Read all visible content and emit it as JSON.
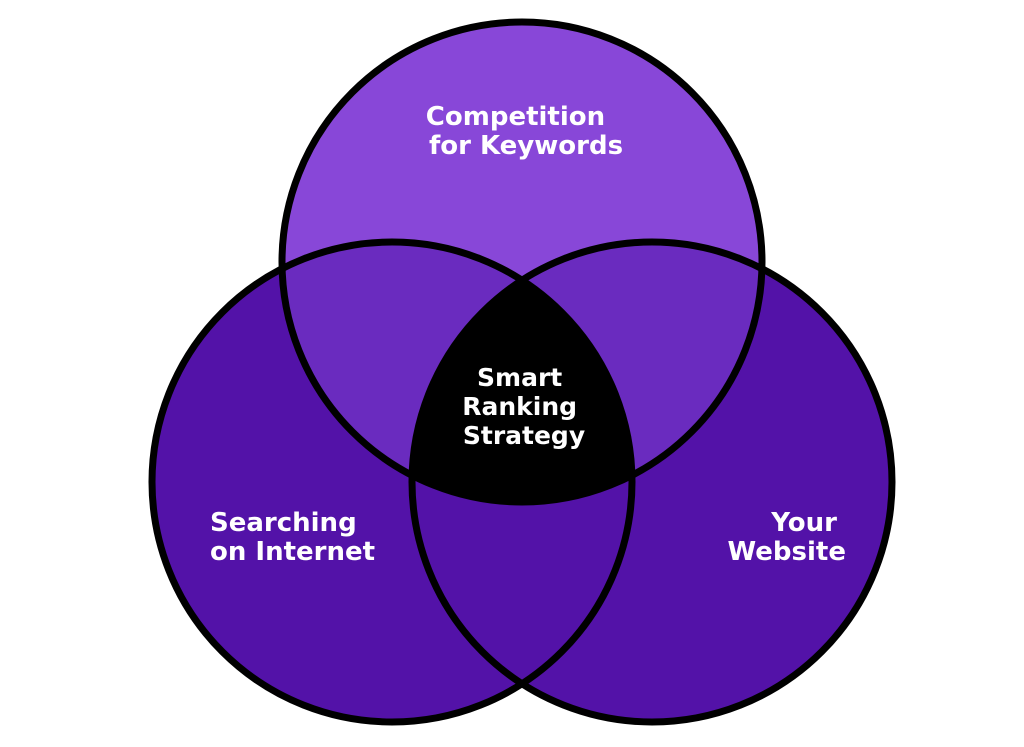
{
  "diagram": {
    "type": "venn",
    "sets": [
      {
        "id": "top",
        "lines": [
          "Competition",
          "for Keywords"
        ]
      },
      {
        "id": "left",
        "lines": [
          "Searching",
          "on Internet"
        ]
      },
      {
        "id": "right",
        "lines": [
          "Your",
          "Website"
        ]
      }
    ],
    "intersection": {
      "lines": [
        "Smart",
        "Ranking",
        "Strategy"
      ]
    },
    "colors": {
      "top_circle": "#8847D8",
      "bottom_circles": "#5312A8",
      "pairwise_overlap": "#6A2BBF",
      "center": "#000000",
      "outline": "#000000",
      "text": "#FFFFFF",
      "background": "#FFFFFF"
    }
  }
}
